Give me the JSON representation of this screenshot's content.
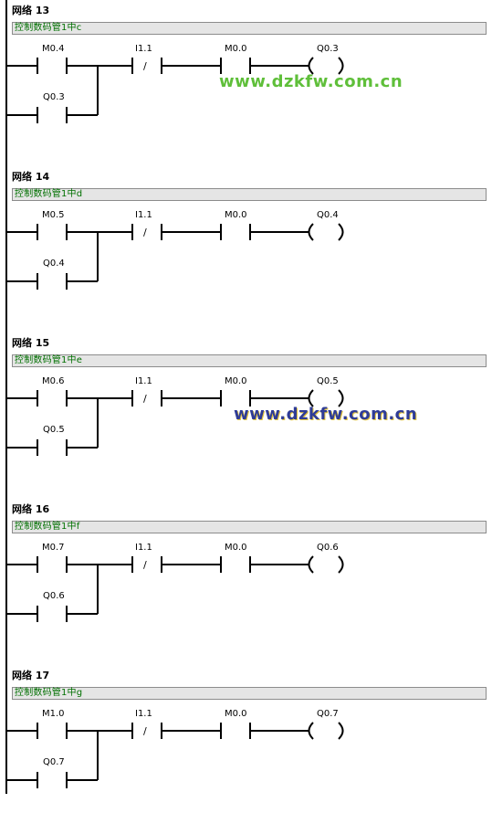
{
  "networks": [
    {
      "title": "网络 13",
      "comment": "控制数码管1中c",
      "contacts": {
        "set": "M0.4",
        "hold": "Q0.3",
        "stop": "I1.1",
        "enable": "M0.0",
        "coil": "Q0.3",
        "negation_mark": "/"
      }
    },
    {
      "title": "网络 14",
      "comment": "控制数码管1中d",
      "contacts": {
        "set": "M0.5",
        "hold": "Q0.4",
        "stop": "I1.1",
        "enable": "M0.0",
        "coil": "Q0.4",
        "negation_mark": "/"
      }
    },
    {
      "title": "网络 15",
      "comment": "控制数码管1中e",
      "contacts": {
        "set": "M0.6",
        "hold": "Q0.5",
        "stop": "I1.1",
        "enable": "M0.0",
        "coil": "Q0.5",
        "negation_mark": "/"
      }
    },
    {
      "title": "网络 16",
      "comment": "控制数码管1中f",
      "contacts": {
        "set": "M0.7",
        "hold": "Q0.6",
        "stop": "I1.1",
        "enable": "M0.0",
        "coil": "Q0.6",
        "negation_mark": "/"
      }
    },
    {
      "title": "网络 17",
      "comment": "控制数码管1中g",
      "contacts": {
        "set": "M1.0",
        "hold": "Q0.7",
        "stop": "I1.1",
        "enable": "M0.0",
        "coil": "Q0.7",
        "negation_mark": "/"
      }
    }
  ],
  "watermarks": [
    "www.dzkfw.com.cn",
    "www.dzkfw.com.cn"
  ],
  "colors": {
    "comment_text": "#007000",
    "comment_bg": "#e5e5e5",
    "wire": "#000000",
    "watermark_1": "#5fbf3a",
    "watermark_2": "#2f3c97"
  }
}
